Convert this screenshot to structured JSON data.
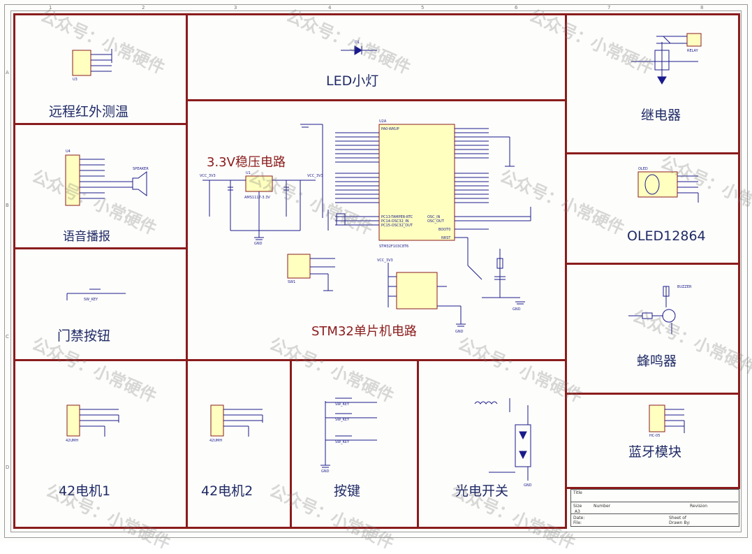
{
  "grid": {
    "cols": [
      "1",
      "2",
      "3",
      "4",
      "5",
      "6",
      "7",
      "8"
    ],
    "rows": [
      "A",
      "B",
      "C",
      "D"
    ]
  },
  "blocks": {
    "ir_temp": "远程红外测温",
    "led": "LED小灯",
    "relay": "继电器",
    "voice": "语音播报",
    "regulator": "3.3V稳压电路",
    "mcu": "STM32单片机电路",
    "oled": "OLED12864",
    "door_button": "门禁按钮",
    "buzzer": "蜂鸣器",
    "motor1": "42电机1",
    "motor2": "42电机2",
    "keys": "按键",
    "photo_switch": "光电开关",
    "bluetooth": "蓝牙模块"
  },
  "watermark": "公众号：小常硬件",
  "components": {
    "mcu_ref": "U2A",
    "mcu_part": "STM32F103C8T6",
    "mcu_pin_top": "PA0-WKUP",
    "mcu_pins_bottom": [
      "PC13-TAMPER-RTC",
      "PC14-OSC32_IN",
      "PC15-OSC32_OUT"
    ],
    "osc_in": "OSC_IN",
    "osc_out": "OSC_OUT",
    "boot0": "BOOT0",
    "nrst": "NRST",
    "regulator_ref": "U1",
    "regulator_part": "AMS1117-3.3V",
    "ir_ref": "U3",
    "voice_ref": "U4",
    "speaker_ref": "SPEAKER",
    "buzzer_ref": "BUZZER",
    "key_label": "SW_KEY",
    "motor1_conn": "42UMH",
    "motor2_conn": "42UMH",
    "relay_ref": "RELAY",
    "oled_ref": "OLED",
    "bt_ref": "HC-05",
    "power_net": "VCC_3V3",
    "gnd": "GND",
    "led_ref": "D1",
    "sw_ref": "SW1"
  },
  "title_block": {
    "title_label": "Title",
    "size_label": "Size",
    "size_value": "A3",
    "number_label": "Number",
    "revision_label": "Revision",
    "date_label": "Date:",
    "file_label": "File:",
    "sheet_label": "Sheet of",
    "drawn_label": "Drawn By:"
  },
  "colors": {
    "block_border": "#8a1c1c",
    "label_blue": "#1f2a66",
    "label_red": "#8a1c1c",
    "ic_fill": "#ffffc0",
    "wire": "#1a1a8c"
  }
}
